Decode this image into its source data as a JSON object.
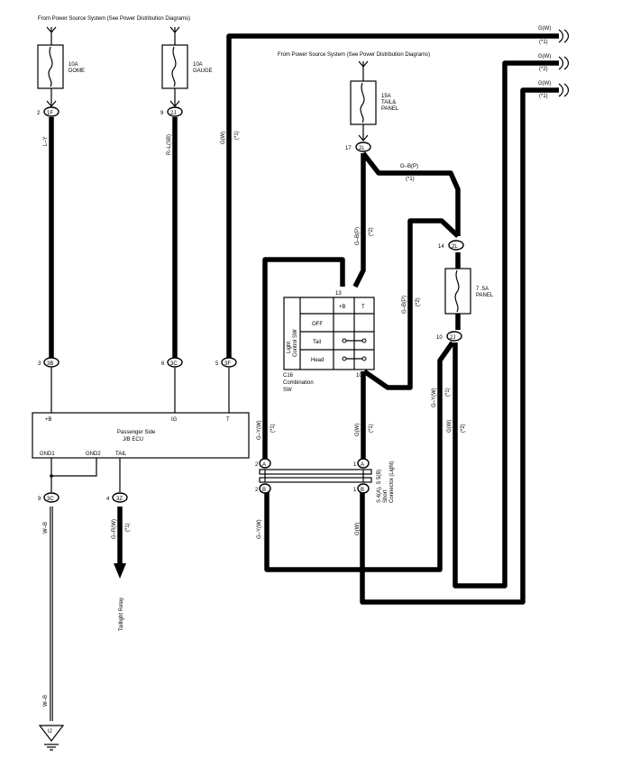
{
  "source_labels": {
    "left": "From Power Source System (See Power Distribution Diagrams)",
    "right": "From Power Source System (See Power Distribution Diagrams)"
  },
  "fuses": [
    {
      "id": "dome",
      "rating": "10A",
      "name": "DOME"
    },
    {
      "id": "gauge",
      "rating": "10A",
      "name": "GAUGE"
    },
    {
      "id": "tail",
      "rating": "15A",
      "name": "TAIL&",
      "name2": "PANEL"
    },
    {
      "id": "panel",
      "rating": "7 .5A",
      "name": "PANEL"
    }
  ],
  "connectors": {
    "c2_1f": {
      "pin": "2",
      "code": "1F"
    },
    "c9_2j": {
      "pin": "9",
      "code": "2J"
    },
    "c17_2l": {
      "pin": "17",
      "code": "2L"
    },
    "c14_2l": {
      "pin": "14",
      "code": "2L"
    },
    "c10_2j": {
      "pin": "10",
      "code": "2J"
    },
    "c3_3b": {
      "pin": "3",
      "code": "3B"
    },
    "c6_3c": {
      "pin": "6",
      "code": "3C"
    },
    "c5_3f": {
      "pin": "5",
      "code": "3F"
    },
    "c9_3c": {
      "pin": "9",
      "code": "3C"
    },
    "c4_3z": {
      "pin": "4",
      "code": "3Z"
    },
    "sa_2": {
      "pin": "2",
      "code": "A"
    },
    "sa_1": {
      "pin": "1",
      "code": "A"
    },
    "sb_2": {
      "pin": "2",
      "code": "B"
    },
    "sb_1": {
      "pin": "1",
      "code": "B"
    }
  },
  "wire_labels": {
    "ly": "L–Y",
    "rl": "R–L(SB)",
    "gw1": "G(W)",
    "gw1_note": "(*1)",
    "gbp1": "G–B(P)",
    "gbp1_note": "(*1)",
    "gbp2": "G–B(P)",
    "gbp2_note": "(*2)",
    "gbp3": "G–B(P)",
    "gbp3_note": "(*2)",
    "gyw_right": "G–Y(W)",
    "gyw_right_note": "(*1)",
    "gw_right": "G(W)",
    "gw_right_note": "(*2)",
    "gyw_mid": "G–Y(W)",
    "gyw_mid_note": "(*1)",
    "gw_mid": "G(W)",
    "gw_mid_note": "(*1)",
    "gyw_low": "G–Y(W)",
    "gw_low": "G(W)",
    "wb_top": "W–B",
    "wb_bottom": "W–B",
    "grw": "G–R(W)",
    "grw_note": "(*1)"
  },
  "right_edge_labels": [
    {
      "wire": "G(W)",
      "note": "(*1)"
    },
    {
      "wire": "G(W)",
      "note": "(*2)"
    },
    {
      "wire": "G(W)",
      "note": "(*1)"
    }
  ],
  "light_switch": {
    "side_label_1": "Light",
    "side_label_2": "Control SW",
    "col_b": "+B",
    "col_t": "T",
    "rows": [
      "OFF",
      "Tail",
      "Head"
    ],
    "pin_top": "13",
    "pin_bottom": "10",
    "ref": "C16",
    "name1": "Combination",
    "name2": "SW"
  },
  "ecu": {
    "title": "Passenger Side",
    "subtitle": "J/B ECU",
    "b_label": "+B",
    "ig_label": "IG",
    "t_label": "T",
    "gnd1": "GND1",
    "gnd2": "GND2",
    "tail": "TAIL"
  },
  "short_connector": {
    "line1": "S 4(A), S 5(B)",
    "line2": "Short",
    "line3": "Connector (Light)"
  },
  "taillight_relay": "Taillight Relay",
  "ground_id": "IJ"
}
